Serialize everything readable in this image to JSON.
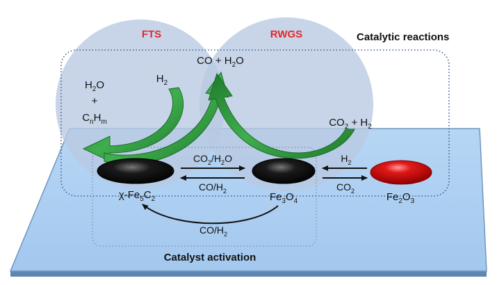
{
  "regions": {
    "fts_label": "FTS",
    "rwgs_label": "RWGS",
    "catalytic_reactions": "Catalytic reactions",
    "catalyst_activation": "Catalyst activation"
  },
  "species": {
    "fts_products": {
      "line1": "H",
      "line1_sub": "2",
      "line1_tail": "O",
      "plus": "+",
      "c": "C",
      "c_sub": "n",
      "h": "H",
      "h_sub": "m"
    },
    "h2_fts": {
      "main": "H",
      "sub": "2"
    },
    "rwgs_products": {
      "a": "CO + H",
      "sub": "2",
      "b": "O"
    },
    "rwgs_reactants": {
      "a": "CO",
      "sub1": "2",
      "b": " + H",
      "sub2": "2"
    }
  },
  "phases": {
    "carbide": {
      "prefix": "χ-Fe",
      "sub1": "5",
      "mid": "C",
      "sub2": "2"
    },
    "magnetite": {
      "a": "Fe",
      "sub1": "3",
      "b": "O",
      "sub2": "4"
    },
    "hematite": {
      "a": "Fe",
      "sub1": "2",
      "b": "O",
      "sub2": "3"
    }
  },
  "arrows": {
    "co2_h2o": {
      "a": "CO",
      "sub1": "2",
      "b": "/H",
      "sub2": "2",
      "c": "O"
    },
    "co_h2_top": {
      "a": "CO/H",
      "sub": "2"
    },
    "h2": {
      "a": "H",
      "sub": "2"
    },
    "co2": {
      "a": "CO",
      "sub": "2"
    },
    "co_h2_bottom": {
      "a": "CO/H",
      "sub": "2"
    }
  },
  "colors": {
    "surface": "#a9cdf1",
    "circle": "#b9c9e2",
    "arrow_green": "#2e9a3e",
    "carbide": "#111111",
    "hematite": "#d61a1a",
    "label_red": "#e4262b"
  }
}
